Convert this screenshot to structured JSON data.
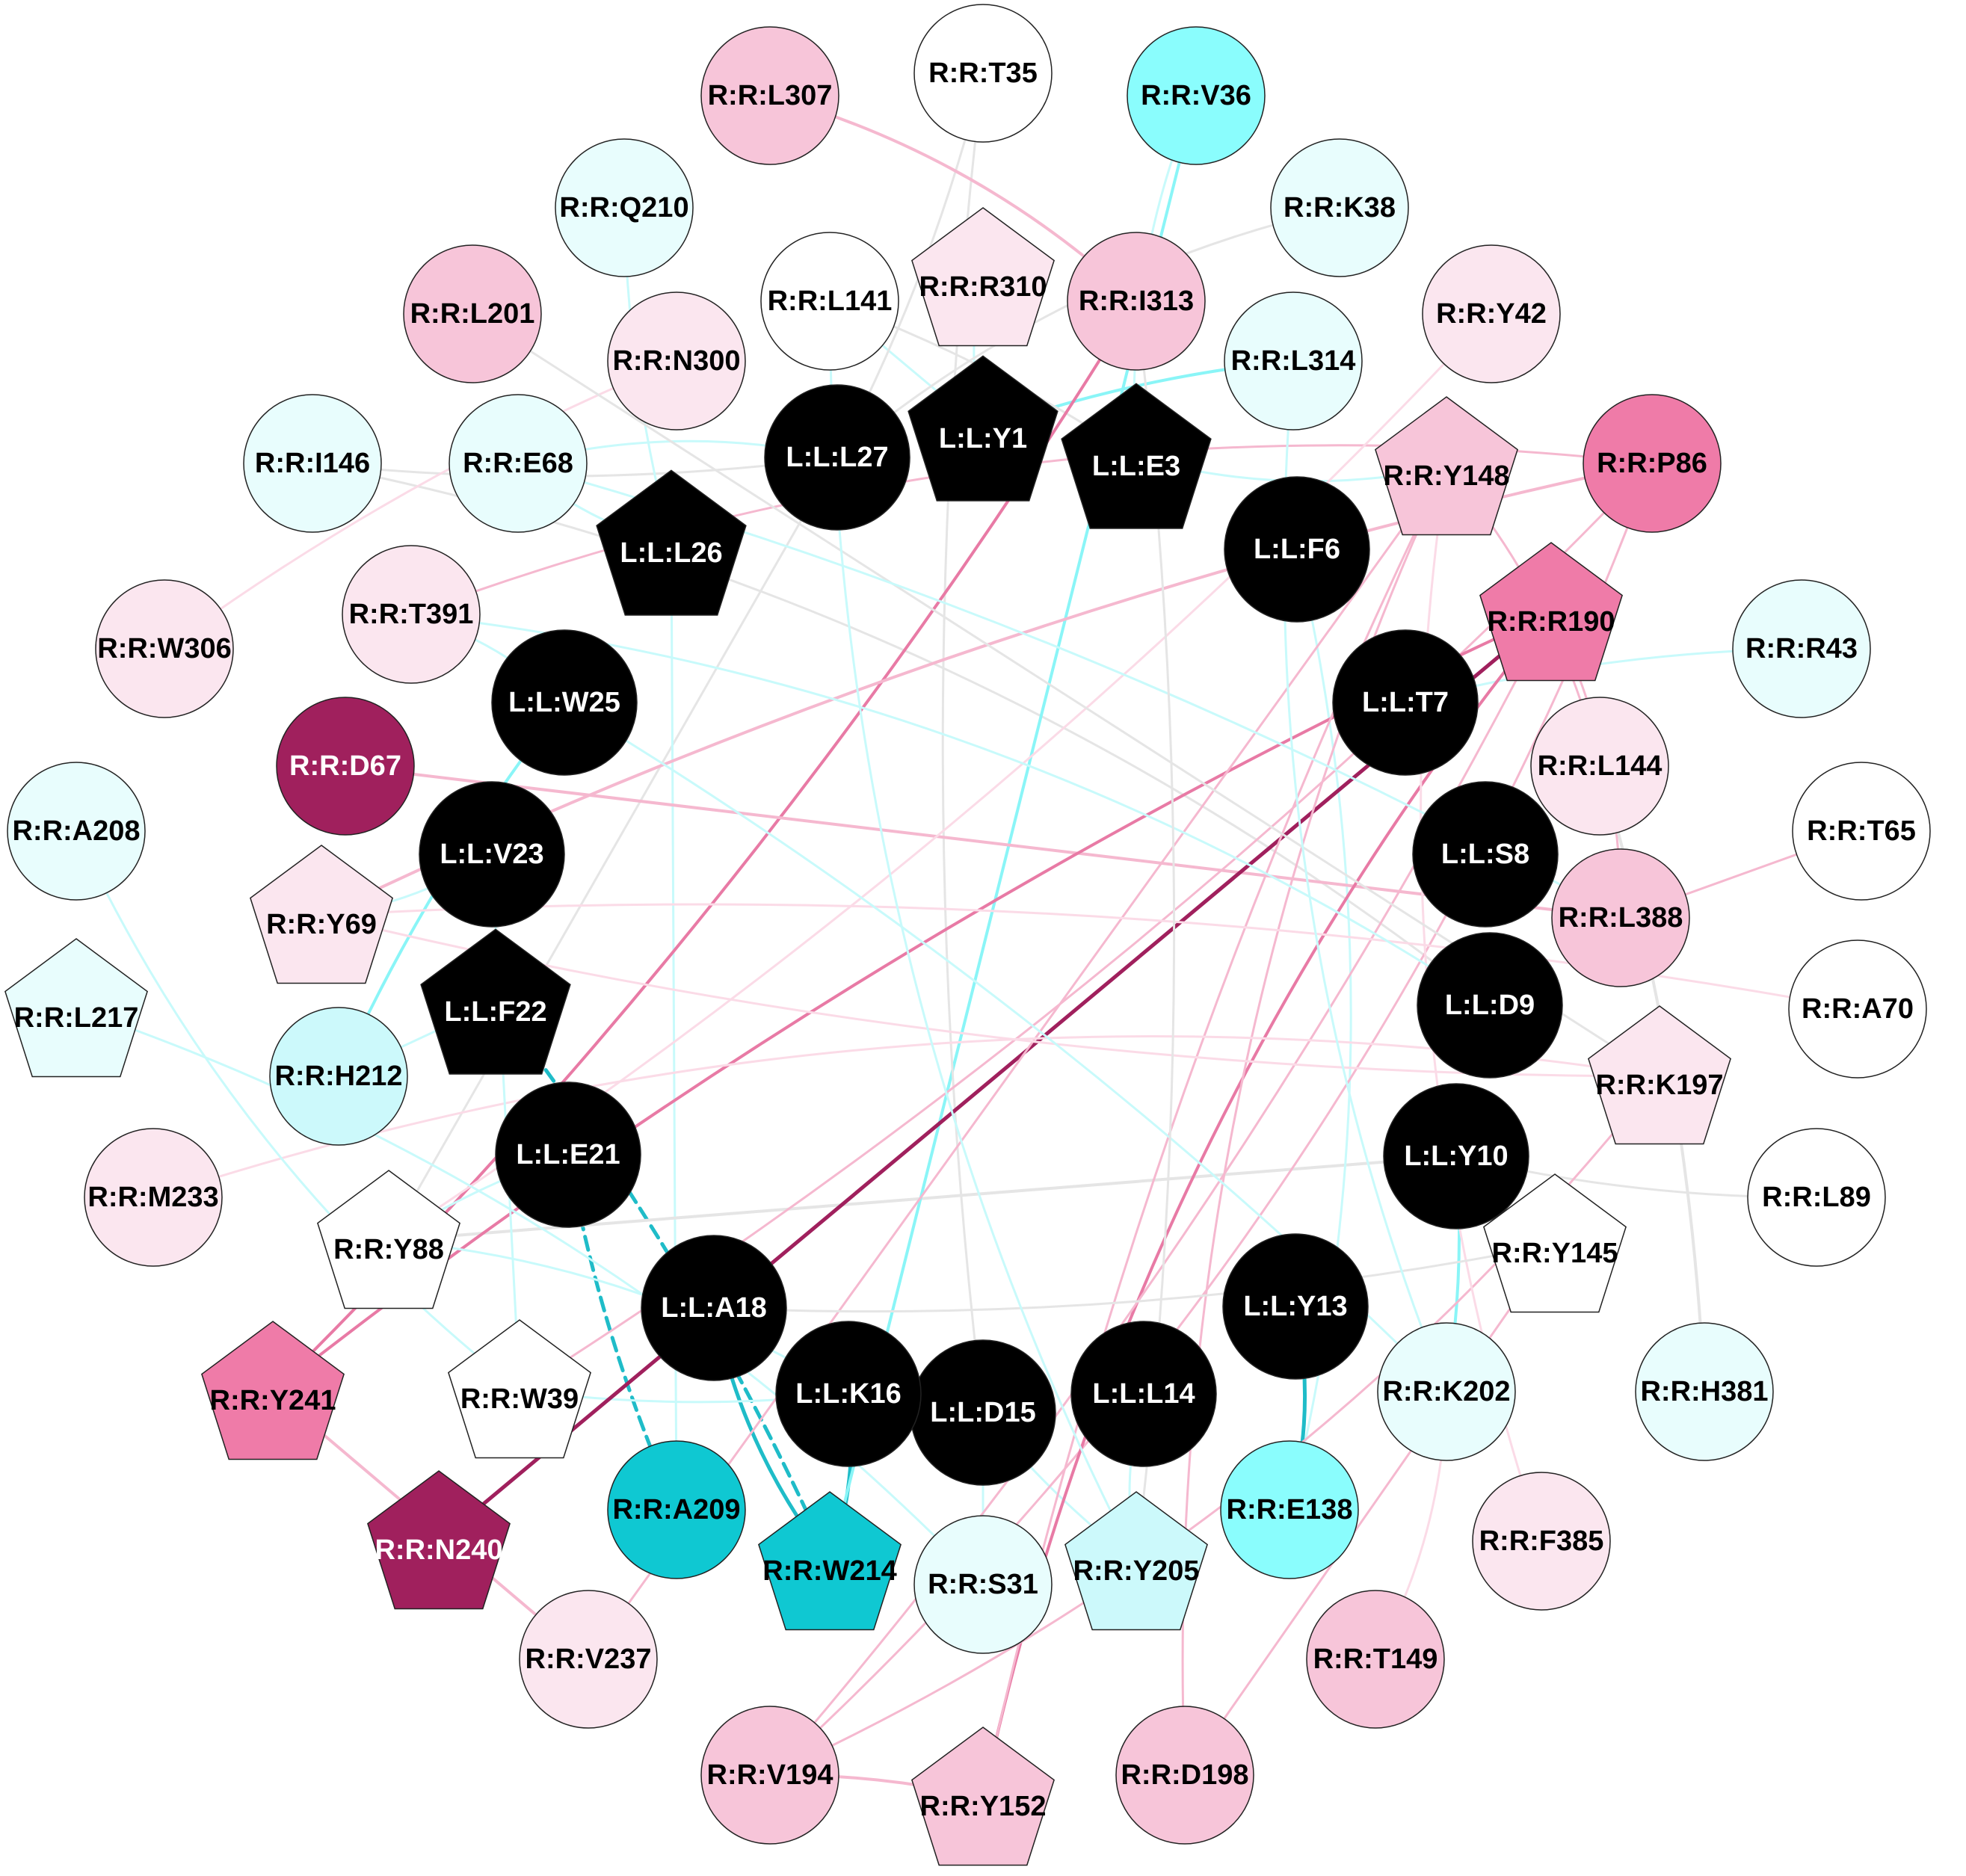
{
  "colors": {
    "black": "#000000",
    "white": "#ffffff",
    "cyan_pale": "#e8fdfd",
    "cyan_light": "#ccf9fb",
    "cyan": "#8afdfd",
    "teal": "#0fc8d2",
    "pink_pale": "#fbe6ef",
    "pink_light": "#f7c5d9",
    "pink": "#ef7ba8",
    "magenta": "#a0205d",
    "edge_grey": "#e5e5e5",
    "edge_cyan_pale": "#c8fafb",
    "edge_cyan": "#8af5f7",
    "edge_teal": "#1fbcc8",
    "edge_pink_pale": "#fbdbe7",
    "edge_pink_light": "#f5b8cf",
    "edge_pink": "#e87aa5",
    "edge_magenta": "#a0205d"
  },
  "nodes": [
    {
      "id": "L1",
      "label": "L:L:Y1",
      "shape": "pentagon",
      "fill": "black",
      "text": "white"
    },
    {
      "id": "L3",
      "label": "L:L:E3",
      "shape": "pentagon",
      "fill": "black",
      "text": "white"
    },
    {
      "id": "L6",
      "label": "L:L:F6",
      "shape": "circle",
      "fill": "black",
      "text": "white"
    },
    {
      "id": "L7",
      "label": "L:L:T7",
      "shape": "circle",
      "fill": "black",
      "text": "white"
    },
    {
      "id": "L8",
      "label": "L:L:S8",
      "shape": "circle",
      "fill": "black",
      "text": "white"
    },
    {
      "id": "L9",
      "label": "L:L:D9",
      "shape": "circle",
      "fill": "black",
      "text": "white"
    },
    {
      "id": "L10",
      "label": "L:L:Y10",
      "shape": "circle",
      "fill": "black",
      "text": "white"
    },
    {
      "id": "L13",
      "label": "L:L:Y13",
      "shape": "circle",
      "fill": "black",
      "text": "white"
    },
    {
      "id": "L14",
      "label": "L:L:L14",
      "shape": "circle",
      "fill": "black",
      "text": "white"
    },
    {
      "id": "L15",
      "label": "L:L:D15",
      "shape": "circle",
      "fill": "black",
      "text": "white"
    },
    {
      "id": "L16",
      "label": "L:L:K16",
      "shape": "circle",
      "fill": "black",
      "text": "white"
    },
    {
      "id": "L18",
      "label": "L:L:A18",
      "shape": "circle",
      "fill": "black",
      "text": "white"
    },
    {
      "id": "L21",
      "label": "L:L:E21",
      "shape": "circle",
      "fill": "black",
      "text": "white"
    },
    {
      "id": "L22",
      "label": "L:L:F22",
      "shape": "pentagon",
      "fill": "black",
      "text": "white"
    },
    {
      "id": "L23",
      "label": "L:L:V23",
      "shape": "circle",
      "fill": "black",
      "text": "white"
    },
    {
      "id": "L25",
      "label": "L:L:W25",
      "shape": "circle",
      "fill": "black",
      "text": "white"
    },
    {
      "id": "L26",
      "label": "L:L:L26",
      "shape": "pentagon",
      "fill": "black",
      "text": "white"
    },
    {
      "id": "L27",
      "label": "L:L:L27",
      "shape": "circle",
      "fill": "black",
      "text": "white"
    },
    {
      "id": "T35",
      "label": "R:R:T35",
      "shape": "circle",
      "fill": "white",
      "text": "black"
    },
    {
      "id": "V36",
      "label": "R:R:V36",
      "shape": "circle",
      "fill": "cyan",
      "text": "black"
    },
    {
      "id": "K38",
      "label": "R:R:K38",
      "shape": "circle",
      "fill": "cyan_pale",
      "text": "black"
    },
    {
      "id": "Y42",
      "label": "R:R:Y42",
      "shape": "circle",
      "fill": "pink_pale",
      "text": "black"
    },
    {
      "id": "P86",
      "label": "R:R:P86",
      "shape": "circle",
      "fill": "pink",
      "text": "black"
    },
    {
      "id": "R43",
      "label": "R:R:R43",
      "shape": "circle",
      "fill": "cyan_pale",
      "text": "black"
    },
    {
      "id": "T65",
      "label": "R:R:T65",
      "shape": "circle",
      "fill": "white",
      "text": "black"
    },
    {
      "id": "A70",
      "label": "R:R:A70",
      "shape": "circle",
      "fill": "white",
      "text": "black"
    },
    {
      "id": "L89",
      "label": "R:R:L89",
      "shape": "circle",
      "fill": "white",
      "text": "black"
    },
    {
      "id": "H381",
      "label": "R:R:H381",
      "shape": "circle",
      "fill": "cyan_pale",
      "text": "black"
    },
    {
      "id": "F385",
      "label": "R:R:F385",
      "shape": "circle",
      "fill": "pink_pale",
      "text": "black"
    },
    {
      "id": "T149",
      "label": "R:R:T149",
      "shape": "circle",
      "fill": "pink_light",
      "text": "black"
    },
    {
      "id": "D198",
      "label": "R:R:D198",
      "shape": "circle",
      "fill": "pink_light",
      "text": "black"
    },
    {
      "id": "Y152",
      "label": "R:R:Y152",
      "shape": "pentagon",
      "fill": "pink_light",
      "text": "black"
    },
    {
      "id": "V194",
      "label": "R:R:V194",
      "shape": "circle",
      "fill": "pink_light",
      "text": "black"
    },
    {
      "id": "V237",
      "label": "R:R:V237",
      "shape": "circle",
      "fill": "pink_pale",
      "text": "black"
    },
    {
      "id": "N240",
      "label": "R:R:N240",
      "shape": "pentagon",
      "fill": "magenta",
      "text": "white"
    },
    {
      "id": "Y241",
      "label": "R:R:Y241",
      "shape": "pentagon",
      "fill": "pink",
      "text": "black"
    },
    {
      "id": "M233",
      "label": "R:R:M233",
      "shape": "circle",
      "fill": "pink_pale",
      "text": "black"
    },
    {
      "id": "L217",
      "label": "R:R:L217",
      "shape": "pentagon",
      "fill": "cyan_pale",
      "text": "black"
    },
    {
      "id": "A208",
      "label": "R:R:A208",
      "shape": "circle",
      "fill": "cyan_pale",
      "text": "black"
    },
    {
      "id": "W306",
      "label": "R:R:W306",
      "shape": "circle",
      "fill": "pink_pale",
      "text": "black"
    },
    {
      "id": "I146",
      "label": "R:R:I146",
      "shape": "circle",
      "fill": "cyan_pale",
      "text": "black"
    },
    {
      "id": "L201",
      "label": "R:R:L201",
      "shape": "circle",
      "fill": "pink_light",
      "text": "black"
    },
    {
      "id": "Q210",
      "label": "R:R:Q210",
      "shape": "circle",
      "fill": "cyan_pale",
      "text": "black"
    },
    {
      "id": "L307",
      "label": "R:R:L307",
      "shape": "circle",
      "fill": "pink_light",
      "text": "black"
    },
    {
      "id": "R310",
      "label": "R:R:R310",
      "shape": "pentagon",
      "fill": "pink_pale",
      "text": "black"
    },
    {
      "id": "L141",
      "label": "R:R:L141",
      "shape": "circle",
      "fill": "white",
      "text": "black"
    },
    {
      "id": "I313",
      "label": "R:R:I313",
      "shape": "circle",
      "fill": "pink_light",
      "text": "black"
    },
    {
      "id": "L314",
      "label": "R:R:L314",
      "shape": "circle",
      "fill": "cyan_pale",
      "text": "black"
    },
    {
      "id": "Y148",
      "label": "R:R:Y148",
      "shape": "pentagon",
      "fill": "pink_light",
      "text": "black"
    },
    {
      "id": "R190",
      "label": "R:R:R190",
      "shape": "pentagon",
      "fill": "pink",
      "text": "black"
    },
    {
      "id": "L144",
      "label": "R:R:L144",
      "shape": "circle",
      "fill": "pink_pale",
      "text": "black"
    },
    {
      "id": "L388",
      "label": "R:R:L388",
      "shape": "circle",
      "fill": "pink_light",
      "text": "black"
    },
    {
      "id": "K197",
      "label": "R:R:K197",
      "shape": "pentagon",
      "fill": "pink_pale",
      "text": "black"
    },
    {
      "id": "Y145",
      "label": "R:R:Y145",
      "shape": "pentagon",
      "fill": "white",
      "text": "black"
    },
    {
      "id": "K202",
      "label": "R:R:K202",
      "shape": "circle",
      "fill": "cyan_pale",
      "text": "black"
    },
    {
      "id": "E138",
      "label": "R:R:E138",
      "shape": "circle",
      "fill": "cyan",
      "text": "black"
    },
    {
      "id": "Y205",
      "label": "R:R:Y205",
      "shape": "pentagon",
      "fill": "cyan_light",
      "text": "black"
    },
    {
      "id": "S31",
      "label": "R:R:S31",
      "shape": "circle",
      "fill": "cyan_pale",
      "text": "black"
    },
    {
      "id": "W214",
      "label": "R:R:W214",
      "shape": "pentagon",
      "fill": "teal",
      "text": "black"
    },
    {
      "id": "A209",
      "label": "R:R:A209",
      "shape": "circle",
      "fill": "teal",
      "text": "black"
    },
    {
      "id": "W39",
      "label": "R:R:W39",
      "shape": "pentagon",
      "fill": "white",
      "text": "black"
    },
    {
      "id": "Y88",
      "label": "R:R:Y88",
      "shape": "pentagon",
      "fill": "white",
      "text": "black"
    },
    {
      "id": "H212",
      "label": "R:R:H212",
      "shape": "circle",
      "fill": "cyan_light",
      "text": "black"
    },
    {
      "id": "Y69",
      "label": "R:R:Y69",
      "shape": "pentagon",
      "fill": "pink_pale",
      "text": "black"
    },
    {
      "id": "D67",
      "label": "R:R:D67",
      "shape": "circle",
      "fill": "magenta",
      "text": "white"
    },
    {
      "id": "T391",
      "label": "R:R:T391",
      "shape": "circle",
      "fill": "pink_pale",
      "text": "black"
    },
    {
      "id": "E68",
      "label": "R:R:E68",
      "shape": "circle",
      "fill": "cyan_pale",
      "text": "black"
    },
    {
      "id": "N300",
      "label": "R:R:N300",
      "shape": "circle",
      "fill": "pink_pale",
      "text": "black"
    }
  ],
  "edges": [
    {
      "from": "L1",
      "to": "R310",
      "color": "edge_cyan_pale",
      "width": 3
    },
    {
      "from": "L1",
      "to": "L314",
      "color": "edge_cyan",
      "width": 4
    },
    {
      "from": "L1",
      "to": "L141",
      "color": "edge_cyan_pale",
      "width": 3
    },
    {
      "from": "L3",
      "to": "L141",
      "color": "edge_grey",
      "width": 3
    },
    {
      "from": "L3",
      "to": "Y148",
      "color": "edge_cyan_pale",
      "width": 3
    },
    {
      "from": "L3",
      "to": "V36",
      "color": "edge_cyan_pale",
      "width": 3
    },
    {
      "from": "L27",
      "to": "I146",
      "color": "edge_grey",
      "width": 3
    },
    {
      "from": "L27",
      "to": "Y88",
      "color": "edge_grey",
      "width": 3
    },
    {
      "from": "L27",
      "to": "T35",
      "color": "edge_grey",
      "width": 3
    },
    {
      "from": "L27",
      "to": "E68",
      "color": "edge_cyan_pale",
      "width": 3
    },
    {
      "from": "L26",
      "to": "E68",
      "color": "edge_cyan_pale",
      "width": 3
    },
    {
      "from": "L26",
      "to": "Q210",
      "color": "edge_cyan_pale",
      "width": 3
    },
    {
      "from": "L26",
      "to": "A209",
      "color": "edge_cyan_pale",
      "width": 3
    },
    {
      "from": "L25",
      "to": "H212",
      "color": "edge_cyan",
      "width": 4
    },
    {
      "from": "L25",
      "to": "T391",
      "color": "edge_cyan_pale",
      "width": 3
    },
    {
      "from": "L23",
      "to": "Y69",
      "color": "edge_cyan_pale",
      "width": 3
    },
    {
      "from": "L22",
      "to": "W214",
      "color": "edge_teal",
      "width": 5,
      "dash": "18 10"
    },
    {
      "from": "L22",
      "to": "H212",
      "color": "edge_cyan_pale",
      "width": 3
    },
    {
      "from": "L21",
      "to": "A209",
      "color": "edge_teal",
      "width": 5,
      "dash": "18 10"
    },
    {
      "from": "L18",
      "to": "W214",
      "color": "edge_teal",
      "width": 5
    },
    {
      "from": "L16",
      "to": "W214",
      "color": "edge_teal",
      "width": 5
    },
    {
      "from": "L16",
      "to": "W39",
      "color": "edge_cyan_pale",
      "width": 3
    },
    {
      "from": "L15",
      "to": "S31",
      "color": "edge_cyan_pale",
      "width": 3
    },
    {
      "from": "L15",
      "to": "Y205",
      "color": "edge_cyan_pale",
      "width": 3
    },
    {
      "from": "L14",
      "to": "Y205",
      "color": "edge_cyan_pale",
      "width": 3
    },
    {
      "from": "L13",
      "to": "E138",
      "color": "edge_teal",
      "width": 5
    },
    {
      "from": "L10",
      "to": "K202",
      "color": "edge_cyan",
      "width": 4
    },
    {
      "from": "L10",
      "to": "Y88",
      "color": "edge_grey",
      "width": 4
    },
    {
      "from": "L10",
      "to": "L89",
      "color": "edge_grey",
      "width": 3
    },
    {
      "from": "L9",
      "to": "I146",
      "color": "edge_grey",
      "width": 3
    },
    {
      "from": "L6",
      "to": "E138",
      "color": "edge_cyan_pale",
      "width": 3
    },
    {
      "from": "L7",
      "to": "R43",
      "color": "edge_cyan_pale",
      "width": 3
    },
    {
      "from": "V36",
      "to": "W214",
      "color": "edge_cyan",
      "width": 4
    },
    {
      "from": "T35",
      "to": "L15",
      "color": "edge_grey",
      "width": 3
    },
    {
      "from": "K38",
      "to": "L27",
      "color": "edge_grey",
      "width": 3
    },
    {
      "from": "L307",
      "to": "I313",
      "color": "edge_pink_light",
      "width": 4
    },
    {
      "from": "I313",
      "to": "Y241",
      "color": "edge_pink",
      "width": 4
    },
    {
      "from": "D67",
      "to": "L388",
      "color": "edge_pink_light",
      "width": 4
    },
    {
      "from": "P86",
      "to": "Y69",
      "color": "edge_pink_light",
      "width": 4
    },
    {
      "from": "P86",
      "to": "T391",
      "color": "edge_pink_light",
      "width": 3
    },
    {
      "from": "P86",
      "to": "V194",
      "color": "edge_pink_light",
      "width": 3
    },
    {
      "from": "P86",
      "to": "W39",
      "color": "edge_pink_light",
      "width": 3
    },
    {
      "from": "R190",
      "to": "N240",
      "color": "edge_magenta",
      "width": 5
    },
    {
      "from": "R190",
      "to": "Y241",
      "color": "edge_pink",
      "width": 4
    },
    {
      "from": "R190",
      "to": "Y152",
      "color": "edge_pink",
      "width": 4
    },
    {
      "from": "R190",
      "to": "L388",
      "color": "edge_pink_light",
      "width": 3
    },
    {
      "from": "R190",
      "to": "V194",
      "color": "edge_pink_light",
      "width": 3
    },
    {
      "from": "Y148",
      "to": "V237",
      "color": "edge_pink_light",
      "width": 3
    },
    {
      "from": "Y148",
      "to": "Y152",
      "color": "edge_pink_light",
      "width": 3
    },
    {
      "from": "Y148",
      "to": "D198",
      "color": "edge_pink_light",
      "width": 3
    },
    {
      "from": "Y148",
      "to": "L144",
      "color": "edge_pink_light",
      "width": 3
    },
    {
      "from": "Y42",
      "to": "Y88",
      "color": "edge_pink_pale",
      "width": 3
    },
    {
      "from": "T65",
      "to": "L388",
      "color": "edge_pink_light",
      "width": 3
    },
    {
      "from": "A70",
      "to": "Y69",
      "color": "edge_pink_pale",
      "width": 3
    },
    {
      "from": "K197",
      "to": "M233",
      "color": "edge_pink_pale",
      "width": 3
    },
    {
      "from": "K197",
      "to": "V194",
      "color": "edge_pink_light",
      "width": 3
    },
    {
      "from": "K197",
      "to": "Y69",
      "color": "edge_pink_pale",
      "width": 3
    },
    {
      "from": "Y241",
      "to": "V237",
      "color": "edge_pink_light",
      "width": 4
    },
    {
      "from": "Y152",
      "to": "V194",
      "color": "edge_pink_light",
      "width": 4
    },
    {
      "from": "T149",
      "to": "K202",
      "color": "edge_pink_pale",
      "width": 3
    },
    {
      "from": "F385",
      "to": "Y148",
      "color": "edge_pink_pale",
      "width": 3
    },
    {
      "from": "W306",
      "to": "N300",
      "color": "edge_pink_pale",
      "width": 3
    },
    {
      "from": "L201",
      "to": "K197",
      "color": "edge_grey",
      "width": 3
    },
    {
      "from": "H381",
      "to": "L144",
      "color": "edge_grey",
      "width": 4
    },
    {
      "from": "A208",
      "to": "W39",
      "color": "edge_cyan_pale",
      "width": 3
    },
    {
      "from": "L217",
      "to": "S31",
      "color": "edge_cyan_pale",
      "width": 3
    },
    {
      "from": "Y145",
      "to": "L18",
      "color": "edge_grey",
      "width": 3
    },
    {
      "from": "Y145",
      "to": "D198",
      "color": "edge_pink_light",
      "width": 3
    },
    {
      "from": "K202",
      "to": "L25",
      "color": "edge_cyan_pale",
      "width": 3
    },
    {
      "from": "L314",
      "to": "K202",
      "color": "edge_cyan_pale",
      "width": 3
    },
    {
      "from": "Y205",
      "to": "L141",
      "color": "edge_cyan_pale",
      "width": 3
    },
    {
      "from": "E68",
      "to": "L388",
      "color": "edge_cyan_pale",
      "width": 3
    },
    {
      "from": "L23",
      "to": "W39",
      "color": "edge_cyan_pale",
      "width": 3
    },
    {
      "from": "L21",
      "to": "Y88",
      "color": "edge_cyan_pale",
      "width": 3
    },
    {
      "from": "L16",
      "to": "Y88",
      "color": "edge_cyan_pale",
      "width": 3
    },
    {
      "from": "T391",
      "to": "L9",
      "color": "edge_cyan_pale",
      "width": 3
    },
    {
      "from": "I313",
      "to": "Y205",
      "color": "edge_grey",
      "width": 3
    }
  ]
}
